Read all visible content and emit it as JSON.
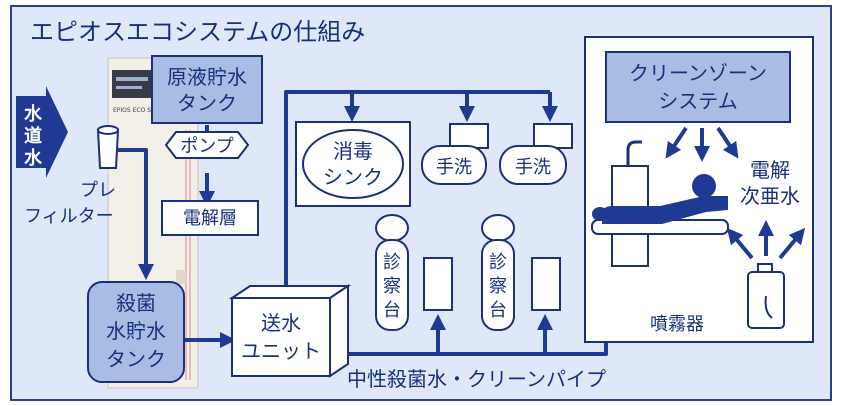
{
  "title": "エピオスエコシステムの仕組み",
  "machine_label": "EPIOS ECO S",
  "water_input": [
    "水",
    "道",
    "水"
  ],
  "prefilter": [
    "プレ",
    "フィルター"
  ],
  "raw_tank": [
    "原液貯水",
    "タンク"
  ],
  "pump": "ポンプ",
  "electrolysis_layer": "電解層",
  "sterile_tank": [
    "殺菌",
    "水貯水",
    "タンク"
  ],
  "feed_unit": [
    "送水",
    "ユニット"
  ],
  "disinfection_sink": [
    "消毒",
    "シンク"
  ],
  "handwash": [
    "手洗",
    "手洗"
  ],
  "exam_tables": [
    [
      "診",
      "察",
      "台"
    ],
    [
      "診",
      "察",
      "台"
    ]
  ],
  "pipe_label": "中性殺菌水・クリーンパイプ",
  "clean_zone": [
    "クリーンゾーン",
    "システム"
  ],
  "electrolyzed_water": [
    "電解",
    "次亜水"
  ],
  "sprayer": "噴霧器",
  "colors": {
    "navy": "#1f3a93",
    "label": "#17307a",
    "panel_bg": "#dfe8f8",
    "box_fill": "#a9bde4",
    "border": "#1d2f78"
  }
}
